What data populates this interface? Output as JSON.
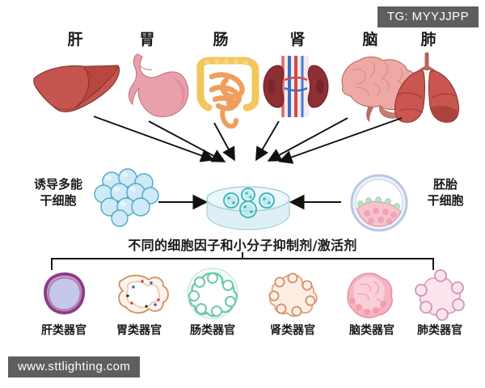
{
  "watermarks": {
    "top_right": "TG: MYYJJPP",
    "bottom_left": "www.sttlighting.com"
  },
  "diagram": {
    "title_text": "不同的细胞因子和小分子抑制剂/激活剂",
    "organs": [
      {
        "id": "liver",
        "label": "肝",
        "color": "#c4564f"
      },
      {
        "id": "stomach",
        "label": "胃",
        "color": "#e8a0aa"
      },
      {
        "id": "intestine",
        "label": "肠",
        "color": "#f0a860"
      },
      {
        "id": "kidney",
        "label": "肾",
        "color": "#8e2f34"
      },
      {
        "id": "brain",
        "label": "脑",
        "color": "#efa9a4"
      },
      {
        "id": "lung",
        "label": "肺",
        "color": "#c9564f"
      }
    ],
    "stem_cells": {
      "left": {
        "id": "ipsc",
        "label": "诱导多能\n干细胞",
        "color": "#bde5f2"
      },
      "right": {
        "id": "esc",
        "label": "胚胎\n干细胞",
        "color": "#f2b9c4"
      }
    },
    "culture_dish": {
      "id": "petri-dish",
      "color": "#d9eef5"
    },
    "organoids": [
      {
        "id": "liver-organoid",
        "label": "肝类器官",
        "color": "#8e3c85"
      },
      {
        "id": "stomach-organoid",
        "label": "胃类器官",
        "color": "#d09a6a"
      },
      {
        "id": "intestine-organoid",
        "label": "肠类器官",
        "color": "#6ec9ab"
      },
      {
        "id": "kidney-organoid",
        "label": "肾类器官",
        "color": "#e0a381"
      },
      {
        "id": "brain-organoid",
        "label": "脑类器官",
        "color": "#f0a8b4"
      },
      {
        "id": "lung-organoid",
        "label": "肺类器官",
        "color": "#e8b9ce"
      }
    ]
  }
}
